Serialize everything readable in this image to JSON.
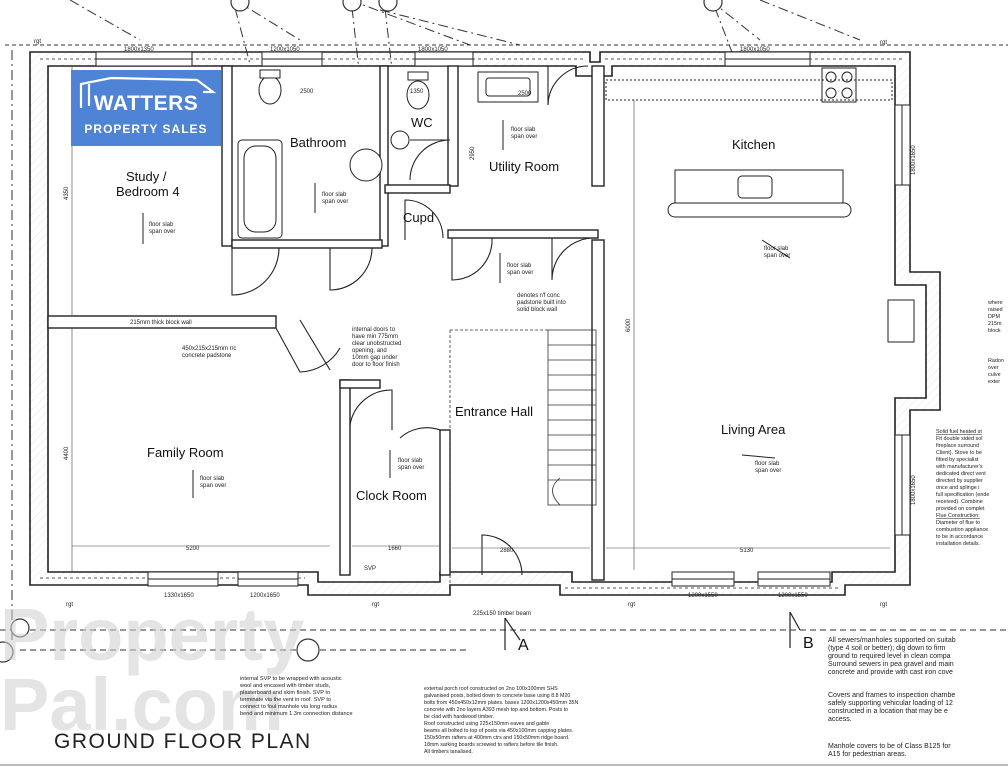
{
  "logo": {
    "line1": "WATTERS",
    "line2": "PROPERTY SALES"
  },
  "drawing_title": "GROUND FLOOR PLAN",
  "rooms": {
    "bathroom": "Bathroom",
    "wc": "WC",
    "utility": "Utility Room",
    "kitchen": "Kitchen",
    "study_1": "Study /",
    "study_2": "Bedroom 4",
    "cupd": "Cupd",
    "entrance": "Entrance Hall",
    "living": "Living Area",
    "family": "Family Room",
    "cloak": "Clock Room"
  },
  "dimensions": {
    "w1": "1800x1350",
    "w2": "1200x1050",
    "w3": "1800x1050",
    "w4": "1800x1050",
    "w5": "1330x1650",
    "w6": "1200x1650",
    "w7": "1200x1550",
    "w8": "1200x1550",
    "d2500": "2500",
    "d1350": "1350",
    "d2500b": "2500",
    "d2950": "2950",
    "d4350": "4350",
    "d6000": "6000",
    "d4400": "4400",
    "d5200": "5200",
    "d1660": "1660",
    "d2880": "2880",
    "d5130": "5130",
    "d1800a": "1800x1650",
    "d1800b": "1800x1650"
  },
  "notes": {
    "floor_slab_1": "floor slab",
    "floor_slab_2": "span over",
    "block_wall": "215mm thick block wall",
    "padstone_1": "450x215x215mm r/c",
    "padstone_2": "concrete padstone",
    "internal_doors_1": "internal doors to",
    "internal_doors_2": "have min 775mm",
    "internal_doors_3": "clear unobstructed",
    "internal_doors_4": "opening, and",
    "internal_doors_5": "10mm gap under",
    "internal_doors_6": "door to floor finish",
    "rsj_1": "denotes r/f conc",
    "rsj_2": "padstone built into",
    "rsj_3": "solid block wall",
    "svp": "SVP",
    "rgt": "rgt",
    "timber_beam": "225x150 timber beam",
    "section_a": "A",
    "section_b": "B",
    "watermark_1": "Property",
    "watermark_2": "Pal.com"
  },
  "bottom_notes": {
    "svp": [
      "internal SVP to be wrapped with acoustic",
      "wool and encased with timber studs,",
      "plasterboard and skim finish. SVP to",
      "terminate via the vent in roof. SVP to",
      "connect to foul manhole via long radius",
      "bend and minimum 1.3m connection distance"
    ],
    "porch": [
      "external porch roof constructed on 2no 100x100mm SHS",
      "galvanised posts, bolted down to concrete base using 8.8 M20",
      "bolts from 450x450x12mm plates. bases 1200x1200x450mm 35N",
      "concrete with 2no layers A393 mesh top and bottom. Posts to",
      "be clad with hardwood timber.",
      "Roof constructed using 225x150mm eaves and gable",
      "beams all bolted to top of posts via 450x100mm capping plates.",
      "150x50mm rafters at 400mm ctrs and 150x50mm ridge board.",
      "18mm sarking boards screwed to rafters before tile finish.",
      "All timbers tanalised."
    ],
    "sewers": [
      "All sewers/manholes supported on suitab",
      "(type 4 soil or better); dig down to firm",
      "ground to required level in clean compa",
      "Surround sewers in pea gravel and main",
      "concrete and provide with cast iron cove",
      "",
      "Covers and frames to inspection chambe",
      "safely supporting vehicular loading of 12",
      "constructed in a location that may be e",
      "access.",
      "",
      "Manhole covers to be of Class B125 for",
      "A15 for pedestrian areas."
    ],
    "solid_fuel": [
      "Solid fuel heated st",
      "Fit double sided sol",
      "fireplace surround",
      "Client). Stove to be",
      "fitted by specialist",
      "with manufacturer's",
      "dedicated direct vent",
      "directed by supplier",
      "once and splinge i",
      "full specification (ende",
      "received). Combine",
      "provided on complet",
      "Flue Construction:",
      "Diameter of flue to",
      "combustion appliance",
      "to be in accordance",
      "installation details."
    ],
    "side_notes": [
      "where",
      "raised",
      "DPM",
      "215m",
      "block",
      "",
      "Radon",
      "over",
      "culve",
      "exter"
    ]
  },
  "colors": {
    "logo_bg": "#4f83d6",
    "line": "#222222",
    "wall_fill": "#f4f4f4"
  }
}
